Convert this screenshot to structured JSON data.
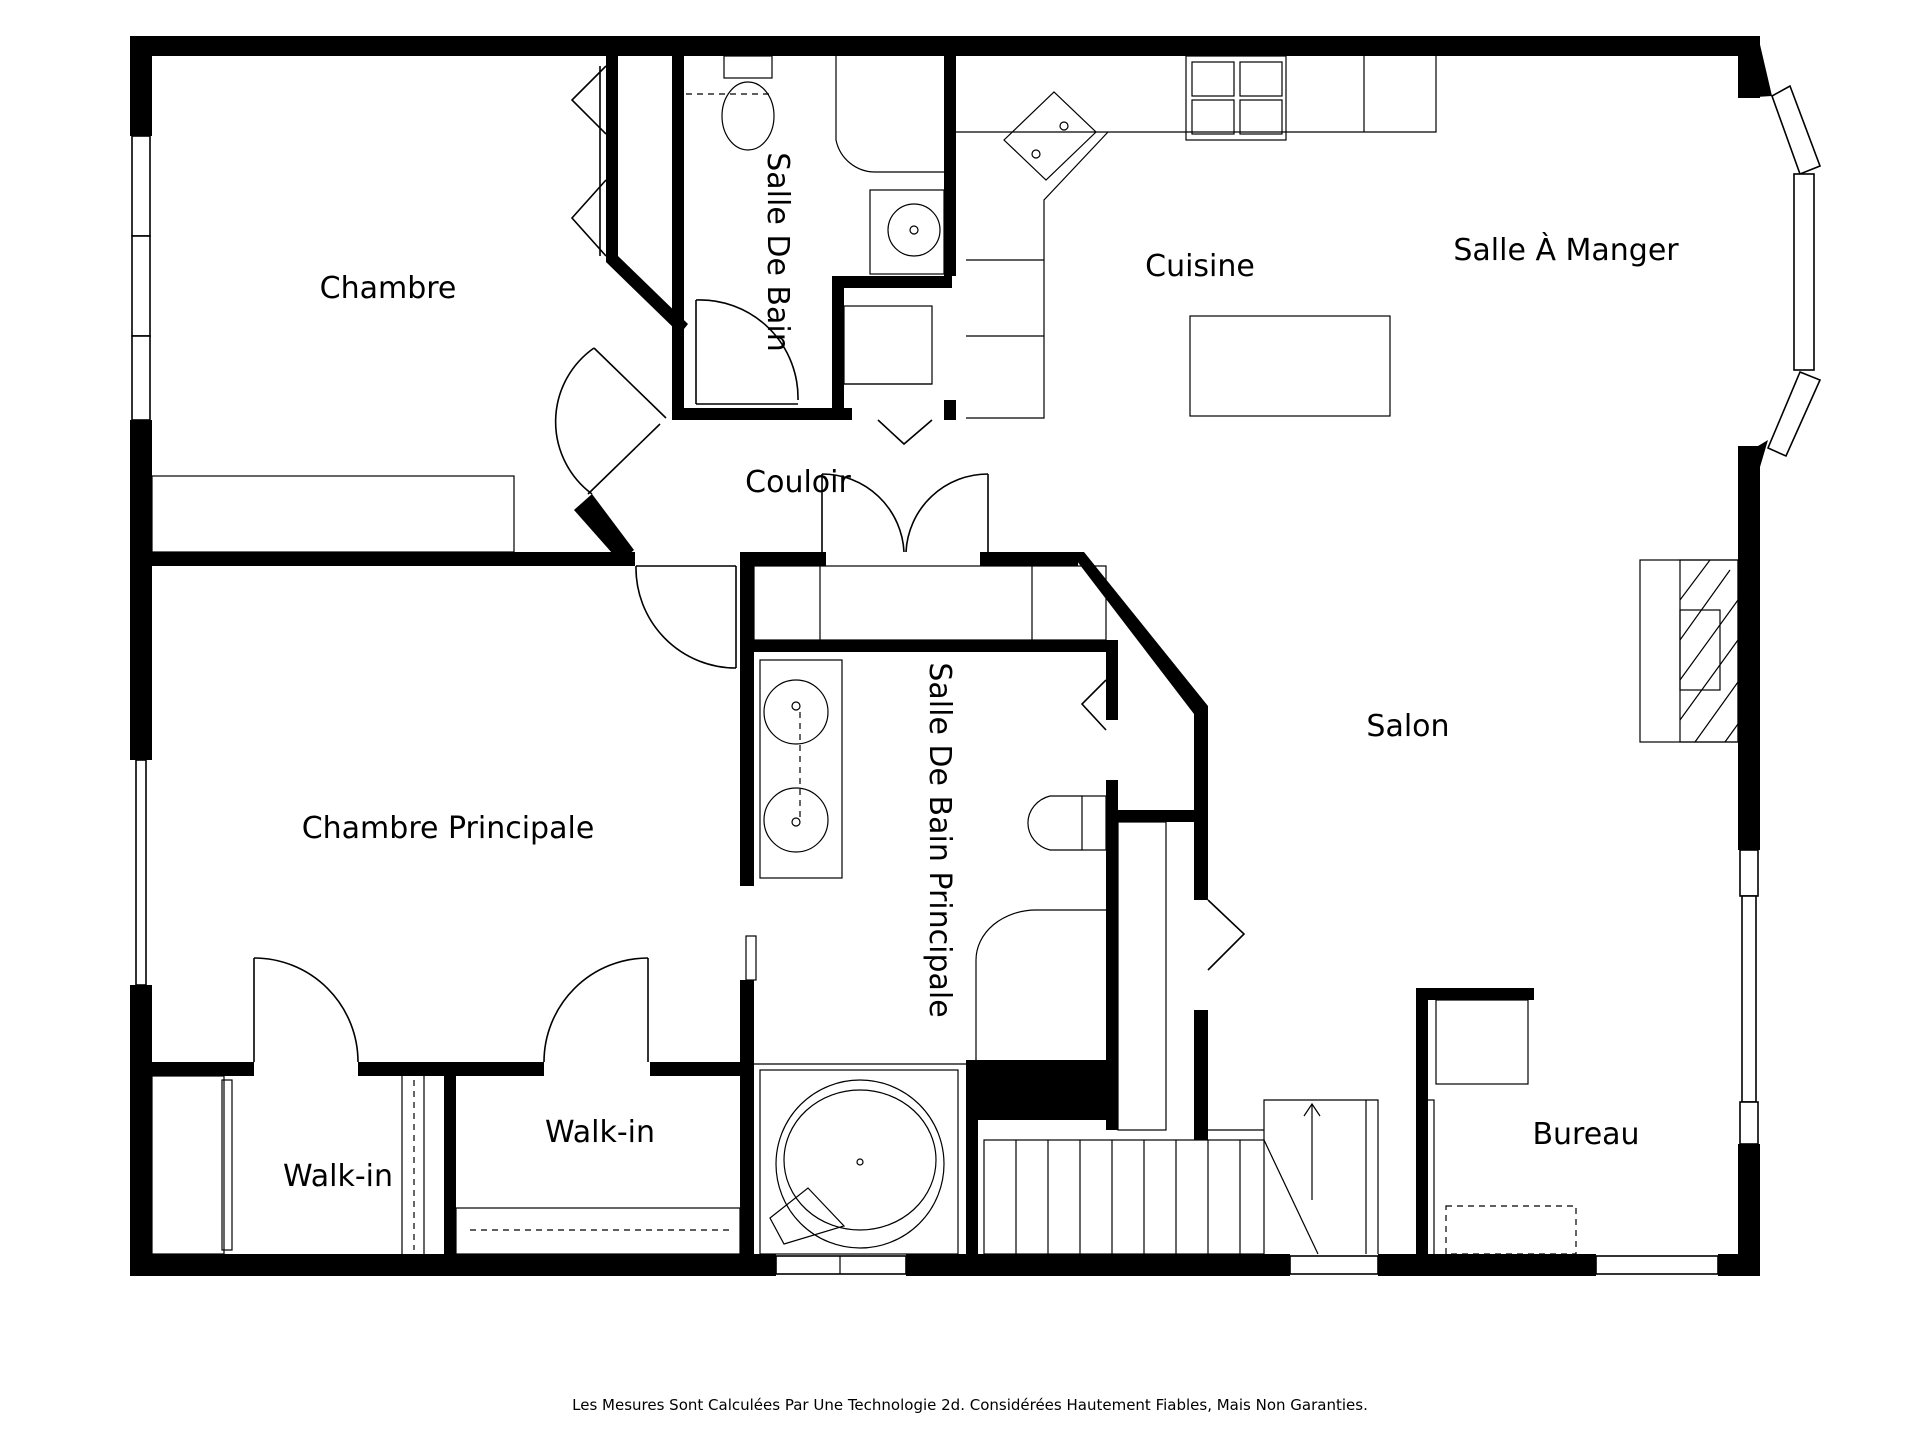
{
  "rooms": {
    "chambre": "Chambre",
    "salle_de_bain": "Salle De Bain",
    "cuisine": "Cuisine",
    "salle_a_manger": "Salle À Manger",
    "couloir": "Couloir",
    "salon": "Salon",
    "chambre_principale": "Chambre Principale",
    "salle_de_bain_principale": "Salle De Bain Principale",
    "walk_in_left": "Walk-in",
    "walk_in_right": "Walk-in",
    "bureau": "Bureau"
  },
  "footer": "Les Mesures Sont Calculées Par Une Technologie 2d. Considérées Hautement Fiables, Mais Non Garanties.",
  "colors": {
    "wall": "#000000",
    "background": "#ffffff"
  }
}
